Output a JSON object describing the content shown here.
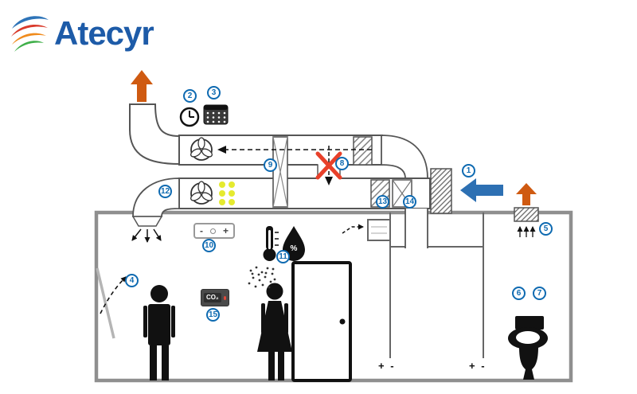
{
  "logo": {
    "text": "Atecyr"
  },
  "badges": [
    "1",
    "2",
    "3",
    "4",
    "5",
    "6",
    "7",
    "8",
    "9",
    "10",
    "11",
    "12",
    "13",
    "14",
    "15"
  ],
  "thermostat": {
    "minus": "-",
    "plus": "+"
  },
  "sensors": {
    "co2_label": "CO₂"
  },
  "icons": {
    "humidity_percent": "%"
  },
  "pressure": {
    "door_left": "+ -",
    "door_right": "+ -"
  },
  "colors": {
    "badge_blue": "#0e6ab1",
    "logo_blue": "#1d5ba8",
    "orange_arrow": "#cf5a11",
    "blue_arrow": "#2d70b3",
    "red_x": "#e8402a",
    "coil_yellow": "#e5ea2f"
  }
}
